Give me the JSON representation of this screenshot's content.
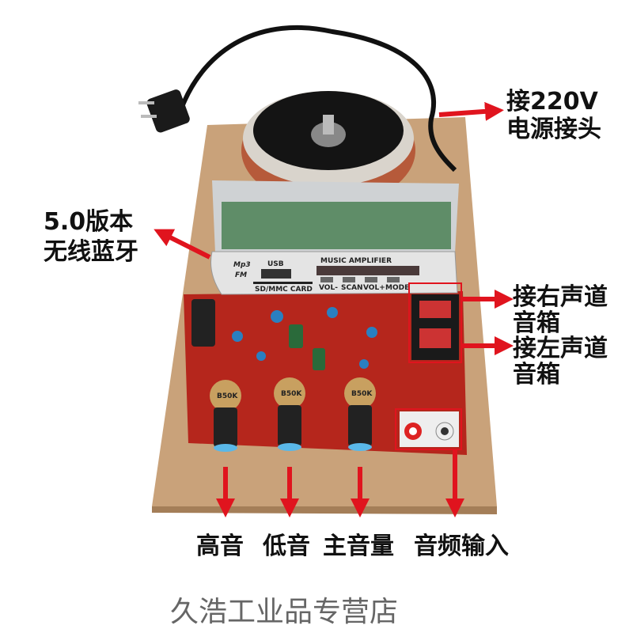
{
  "callouts": {
    "power": [
      "接220V",
      "电源接头"
    ],
    "bluetooth": [
      "5.0版本",
      "无线蓝牙"
    ],
    "right_speaker": [
      "接右声道",
      "音箱"
    ],
    "left_speaker": [
      "接左声道",
      "音箱"
    ],
    "bottom": [
      "高音",
      "低音",
      "主音量",
      "音频输入"
    ]
  },
  "panel": {
    "mp3": "Mp3",
    "fm": "FM",
    "usb": "USB",
    "card": "SD/MMC CARD",
    "title": "MUSIC AMPLIFIER",
    "buttons": [
      "VOL-",
      "SCAN",
      "VOL+",
      "MODE"
    ]
  },
  "knob_label": "B50K",
  "footer": "久浩工业品专营店",
  "colors": {
    "arrow": "#e0141e",
    "board": "#c9a27a",
    "pcb": "#b5261c",
    "footer_text": "#666666"
  }
}
